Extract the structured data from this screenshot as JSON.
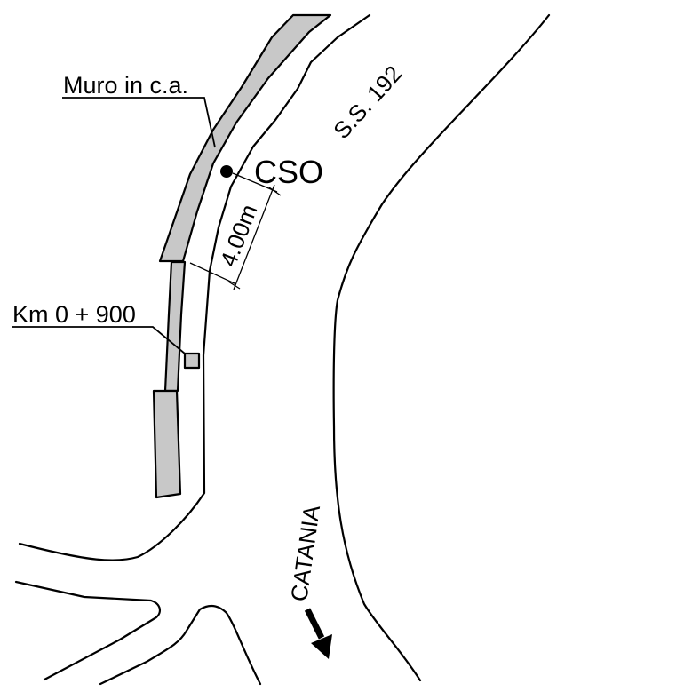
{
  "labels": {
    "wall": "Muro in c.a.",
    "cso": "CSO",
    "road": "S.S. 192",
    "distance": "4.00m",
    "km": "Km 0 + 900",
    "direction": "CATANIA"
  }
}
